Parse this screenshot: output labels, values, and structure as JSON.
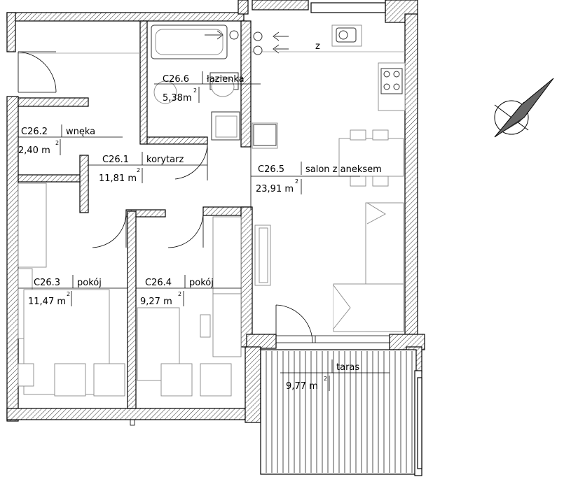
{
  "rooms": [
    {
      "id": "C26.6",
      "name": "łazienka",
      "area": "5,38m",
      "sup": "2"
    },
    {
      "id": "C26.2",
      "name": "wnęka",
      "area": "2,40  m",
      "sup": "2"
    },
    {
      "id": "C26.1",
      "name": "korytarz",
      "area": "11,81 m",
      "sup": "2"
    },
    {
      "id": "C26.5",
      "name": "salon  z  aneksem",
      "area": "23,91 m",
      "sup": "2"
    },
    {
      "id": "C26.3",
      "name": "pokój",
      "area": "11,47 m",
      "sup": "2"
    },
    {
      "id": "C26.4",
      "name": "pokój",
      "area": "9,27  m",
      "sup": "2"
    },
    {
      "id": "",
      "name": "taras",
      "area": "9,77  m",
      "sup": "2"
    }
  ],
  "kitchen_marker": "z",
  "icons": {
    "north_arrow": "north-arrow-icon"
  }
}
